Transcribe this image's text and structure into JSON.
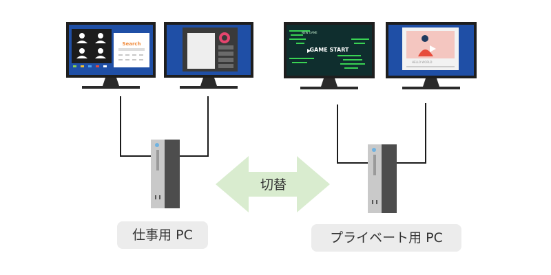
{
  "switch_label": "切替",
  "work_pc": {
    "label": "仕事用 PC"
  },
  "private_pc": {
    "label": "プライベート用 PC"
  },
  "screens": {
    "search_text": "Search",
    "game_text": "GAME START",
    "game_subtext": "NEW GAME",
    "video_caption": "HELLO WORLD"
  },
  "colors": {
    "arrow": "#d9eccf",
    "bezel": "#1e1e1e",
    "stand": "#2a2a2a",
    "desktop_blue": "#1f4fa6",
    "game_bg": "#0f2e2e",
    "game_code": "#39d353",
    "tower_face": "#c9c9c9",
    "tower_side": "#4d4d4d",
    "label_bg": "#ececec",
    "search_orange": "#f08a3a"
  }
}
